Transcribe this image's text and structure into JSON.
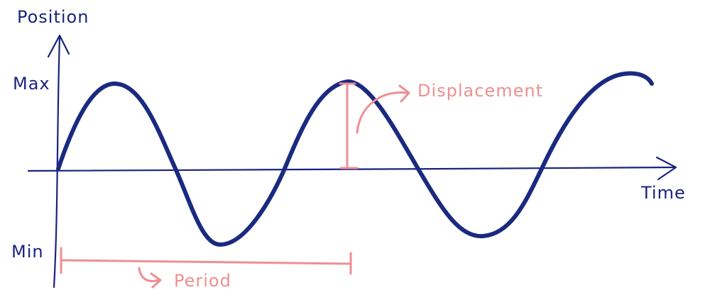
{
  "axes": {
    "y_label": "Position",
    "x_label": "Time",
    "max_label": "Max",
    "min_label": "Min"
  },
  "annotations": {
    "displacement": "Displacement",
    "period": "Period"
  },
  "colors": {
    "axis": "#1a237e",
    "wave": "#1a2a80",
    "annotation": "#ee8f92",
    "background": "#ffffff"
  }
}
